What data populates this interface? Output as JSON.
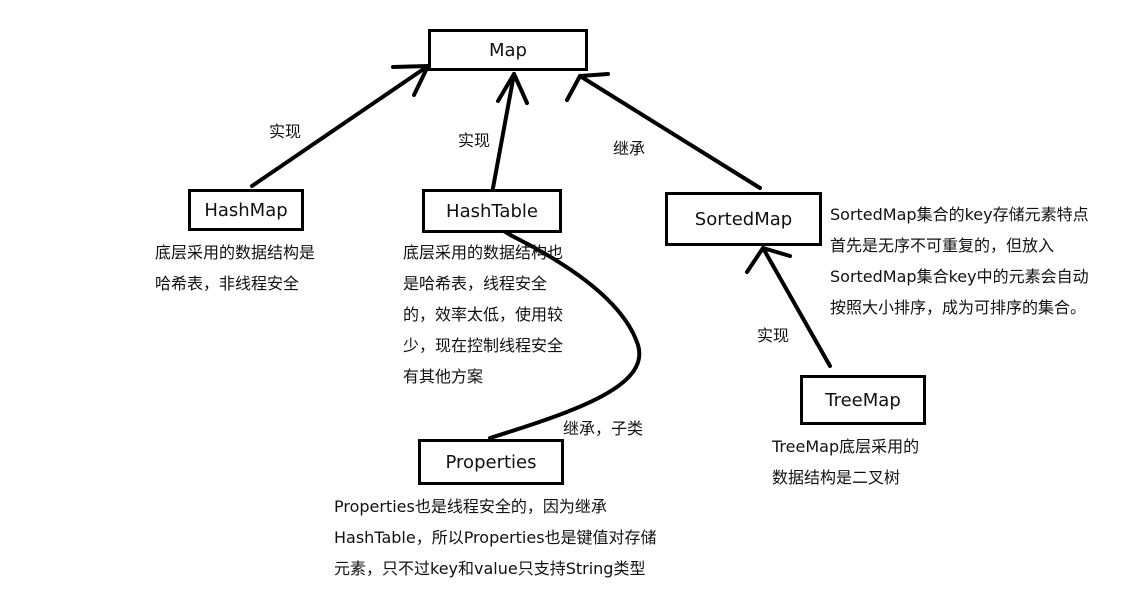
{
  "nodes": {
    "map": "Map",
    "hashmap": "HashMap",
    "hashtable": "HashTable",
    "sortedmap": "SortedMap",
    "treemap": "TreeMap",
    "properties": "Properties"
  },
  "edge_labels": {
    "hashmap_map": "实现",
    "hashtable_map": "实现",
    "sortedmap_map": "继承",
    "treemap_sortedmap": "实现",
    "properties_hashtable": "继承，子类"
  },
  "notes": {
    "hashmap": [
      "底层采用的数据结构是",
      "哈希表，非线程安全"
    ],
    "hashtable": [
      "底层采用的数据结构也",
      "是哈希表，线程安全",
      "的，效率太低，使用较",
      "少，现在控制线程安全",
      "有其他方案"
    ],
    "sortedmap": [
      "SortedMap集合的key存储元素特点",
      "首先是无序不可重复的，但放入",
      "SortedMap集合key中的元素会自动",
      "按照大小排序，成为可排序的集合。"
    ],
    "treemap": [
      "TreeMap底层采用的",
      "数据结构是二叉树"
    ],
    "properties": [
      "Properties也是线程安全的，因为继承",
      "HashTable，所以Properties也是键值对存储",
      "元素，只不过key和value只支持String类型"
    ]
  }
}
